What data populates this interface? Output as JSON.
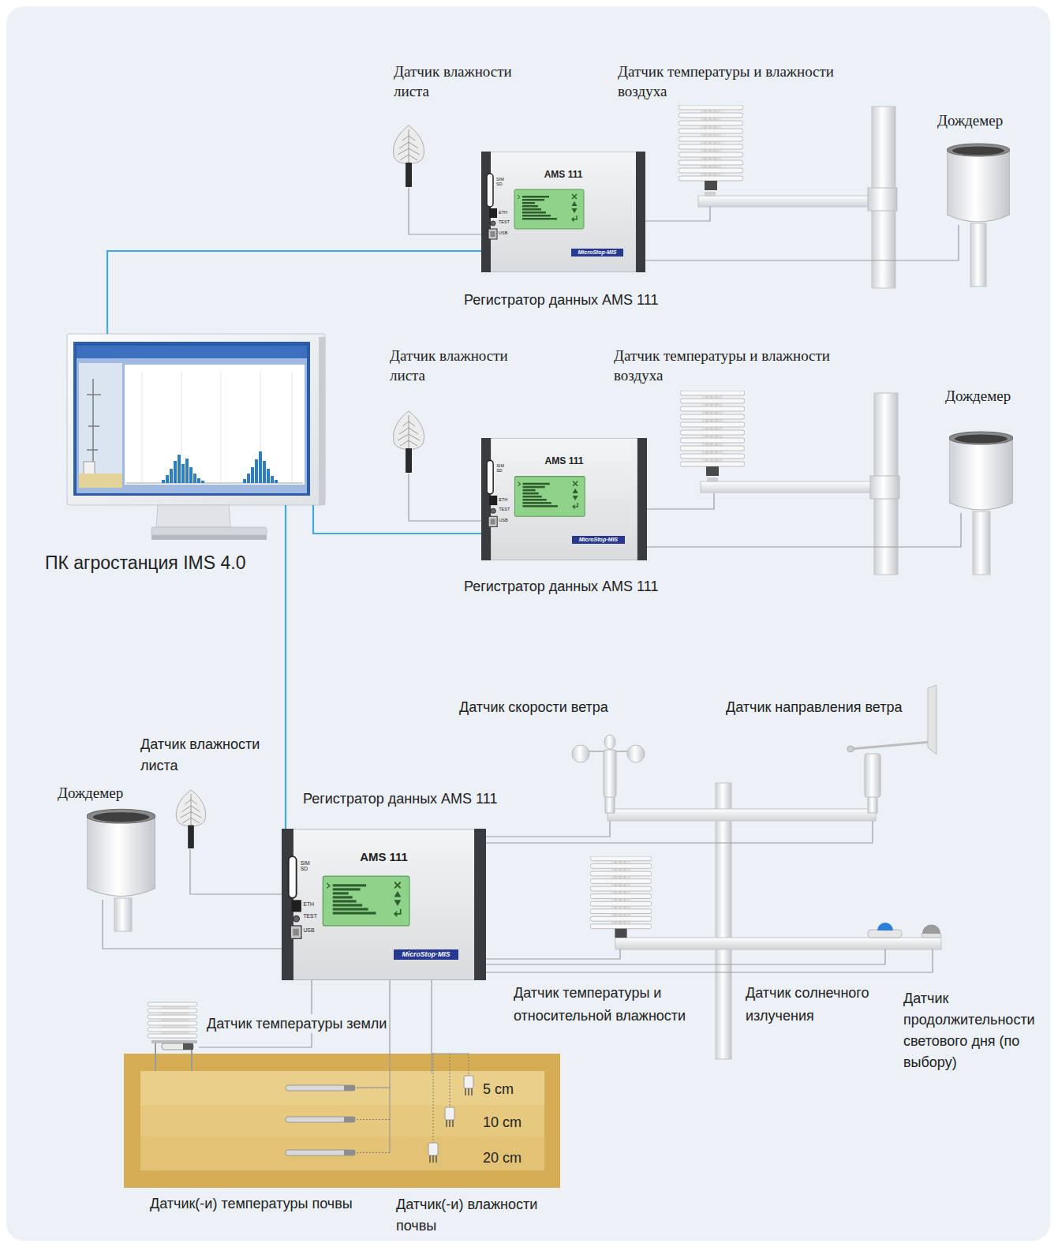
{
  "diagram": {
    "nodes": [
      {
        "text": [
          "ПК агростанция IMS 4.0"
        ]
      },
      {
        "text": [
          "AMS 111",
          "SIM SD",
          "ETH",
          "TEST",
          "USB",
          "MicroStop·MIS",
          "Регистратор данных AMS 111"
        ]
      },
      {
        "text": [
          "Датчик влажности листа"
        ]
      },
      {
        "text": [
          "Датчик температуры и влажности воздуха"
        ]
      },
      {
        "text": [
          "Дождемер"
        ]
      },
      {
        "text": [
          "AMS 111",
          "SIM SD",
          "ETH",
          "TEST",
          "USB",
          "MicroStop·MIS",
          "Регистратор данных AMS 111"
        ]
      },
      {
        "text": [
          "Датчик влажности листа"
        ]
      },
      {
        "text": [
          "Датчик температуры и влажности воздуха"
        ]
      },
      {
        "text": [
          "Дождемер"
        ]
      },
      {
        "text": [
          "AMS 111",
          "SIM SD",
          "ETH",
          "TEST",
          "USB",
          "MicroStop·MIS",
          "Регистратор данных AMS 111"
        ]
      },
      {
        "text": [
          "Дождемер"
        ]
      },
      {
        "text": [
          "Датчик влажности листа"
        ]
      },
      {
        "text": [
          "Датчик скорости ветра"
        ]
      },
      {
        "text": [
          "Датчик направления ветра"
        ]
      },
      {
        "text": [
          "Датчик температуры и относительной влажности"
        ]
      },
      {
        "text": [
          "Датчик солнечного излучения"
        ]
      },
      {
        "text": [
          "Датчик продолжительности светового дня (по выбору)"
        ]
      },
      {
        "text": [
          "Датчик температуры земли"
        ]
      },
      {
        "text": [
          "Датчик(-и) температуры почвы"
        ]
      },
      {
        "text": [
          "Датчик(-и) влажности почвы"
        ]
      }
    ],
    "edges": [
      {
        "from": 0,
        "to": 1,
        "arrow": "none"
      },
      {
        "from": 0,
        "to": 5,
        "arrow": "none"
      },
      {
        "from": 0,
        "to": 9,
        "arrow": "none"
      },
      {
        "from": 1,
        "to": 2,
        "arrow": "none"
      },
      {
        "from": 1,
        "to": 3,
        "arrow": "none"
      },
      {
        "from": 1,
        "to": 4,
        "arrow": "none"
      },
      {
        "from": 5,
        "to": 6,
        "arrow": "none"
      },
      {
        "from": 5,
        "to": 7,
        "arrow": "none"
      },
      {
        "from": 5,
        "to": 8,
        "arrow": "none"
      },
      {
        "from": 9,
        "to": 10,
        "arrow": "none"
      },
      {
        "from": 9,
        "to": 11,
        "arrow": "none"
      },
      {
        "from": 9,
        "to": 12,
        "arrow": "none"
      },
      {
        "from": 9,
        "to": 13,
        "arrow": "none"
      },
      {
        "from": 9,
        "to": 14,
        "arrow": "none"
      },
      {
        "from": 9,
        "to": 15,
        "arrow": "none"
      },
      {
        "from": 9,
        "to": 16,
        "arrow": "none"
      },
      {
        "from": 9,
        "to": 17,
        "arrow": "none"
      },
      {
        "from": 9,
        "to": 18,
        "arrow": "none"
      },
      {
        "from": 9,
        "to": 19,
        "arrow": "none"
      }
    ],
    "labels": [
      "5 cm",
      "10 cm",
      "20 cm"
    ]
  }
}
